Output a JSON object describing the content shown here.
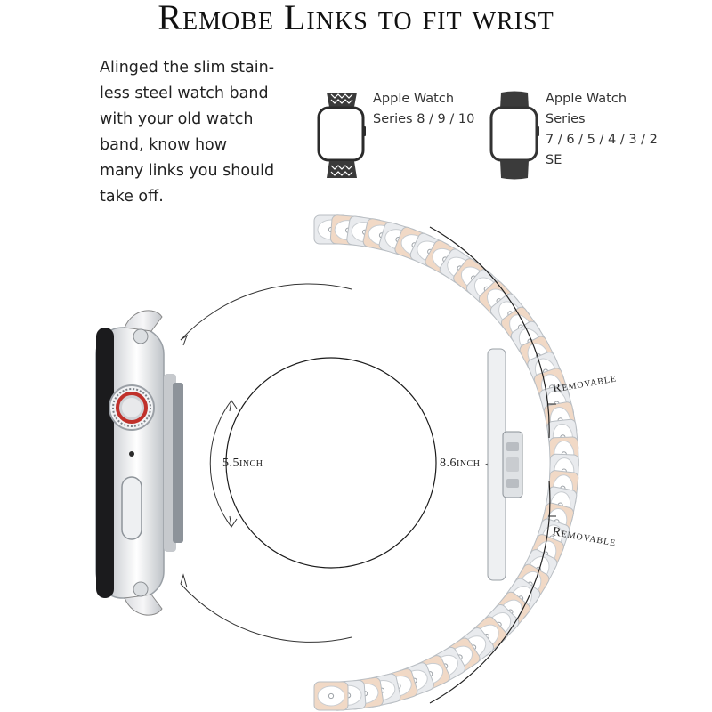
{
  "title": "Remobe Links to fit wrist",
  "description": [
    "Alinged the slim stain-",
    "less steel watch band",
    "with your old watch",
    "band, know how",
    "many links you should",
    "take off."
  ],
  "models": [
    {
      "lines": [
        "Apple Watch",
        "Series 8 / 9 / 10"
      ],
      "icon": "braided-watch-icon"
    },
    {
      "lines": [
        "Apple Watch",
        "Series",
        "7 / 6 / 5 / 4 / 3 / 2",
        "SE"
      ],
      "icon": "sport-band-watch-icon"
    }
  ],
  "measurements": {
    "inner": "5.5inch",
    "outer": "8.6inch"
  },
  "removable_labels": [
    "Removable",
    "Removable"
  ]
}
